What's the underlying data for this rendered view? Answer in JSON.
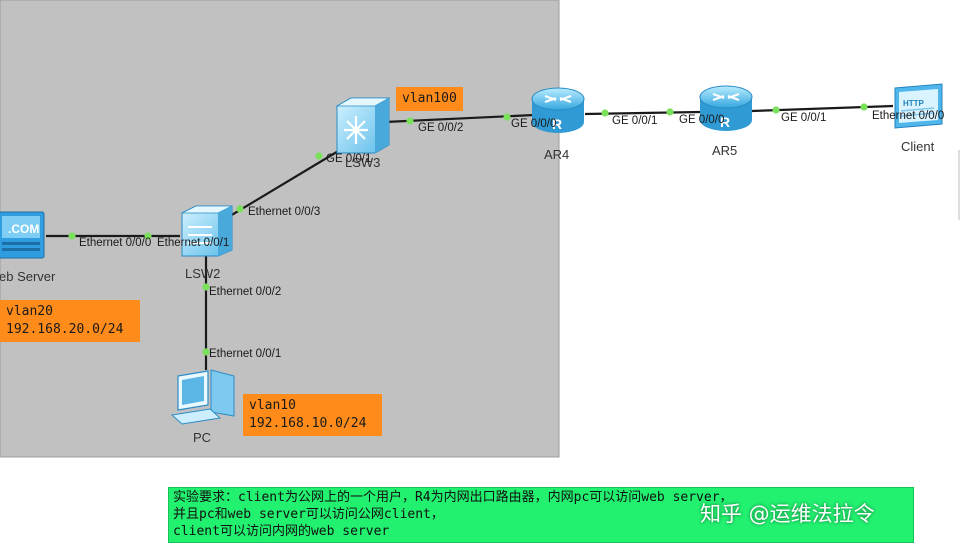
{
  "colors": {
    "area_fill": "#c1c1c1",
    "link": "#1a1a1a",
    "port_dot": "#7be05a",
    "note_fill": "#ff8c1a",
    "requirement_fill": "#22f06f"
  },
  "devices": {
    "web_server": {
      "label": "eb Server",
      "icon": "server-icon"
    },
    "lsw2": {
      "label": "LSW2",
      "icon": "switch-icon"
    },
    "lsw3": {
      "label": "LSW3",
      "icon": "l3-switch-icon"
    },
    "ar4": {
      "label": "AR4",
      "icon": "router-icon"
    },
    "ar5": {
      "label": "AR5",
      "icon": "router-icon"
    },
    "client": {
      "label": "Client",
      "icon": "client-icon"
    },
    "pc": {
      "label": "PC",
      "icon": "pc-icon"
    }
  },
  "ports": {
    "web_eth": "Ethernet 0/0/0",
    "lsw2_eth1": "Ethernet 0/0/1",
    "lsw2_eth3": "Ethernet 0/0/3",
    "lsw2_eth2": "Ethernet 0/0/2",
    "pc_eth1": "Ethernet 0/0/1",
    "lsw3_ge1": "GE 0/0/1",
    "lsw3_ge2": "GE 0/0/2",
    "ar4_ge0": "GE 0/0/0",
    "ar4_ge1": "GE 0/0/1",
    "ar5_ge0": "GE 0/0/0",
    "ar5_ge1": "GE 0/0/1",
    "client_eth": "Ethernet 0/0/0"
  },
  "notes": {
    "vlan100": "vlan100",
    "vlan20": "vlan20\n192.168.20.0/24",
    "vlan10": "vlan10\n192.168.10.0/24"
  },
  "requirement": {
    "line1": "实验要求：client为公网上的一个用户，R4为内网出口路由器，内网pc可以访问web server，",
    "line2": "并且pc和web server可以访问公网client，",
    "line3": "client可以访问内网的web server"
  },
  "watermark": "知乎 @运维法拉令"
}
